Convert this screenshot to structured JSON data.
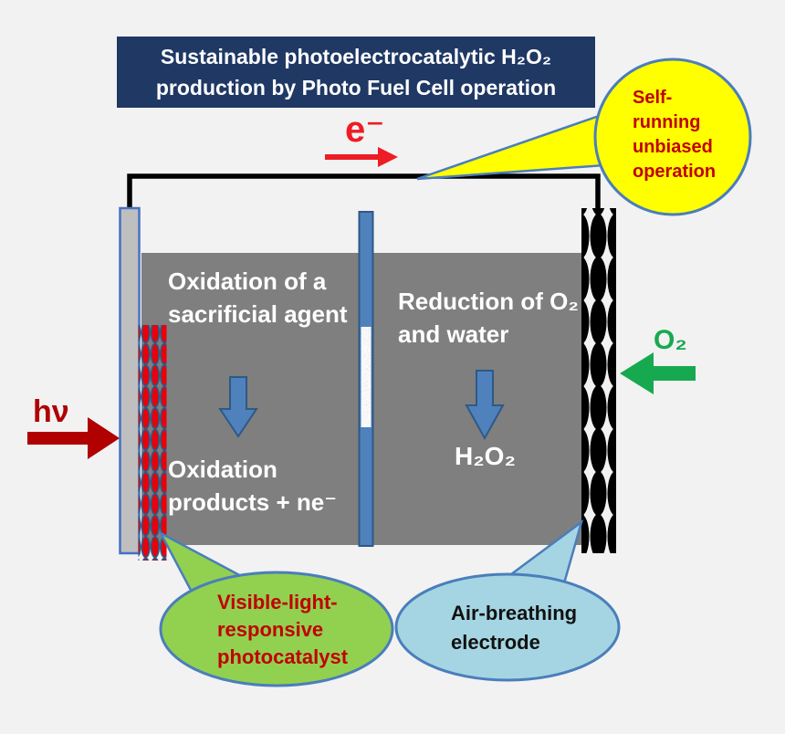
{
  "title": {
    "line1": "Sustainable photoelectrocatalytic H₂O₂",
    "line2": "production by Photo Fuel Cell operation"
  },
  "callouts": {
    "self_running": "Self-running unbiased operation",
    "photocatalyst": "Visible-light-responsive photocatalyst",
    "air_breathing": "Air-breathing electrode"
  },
  "cell": {
    "anode_reaction": "Oxidation of a sacrificial agent",
    "anode_products": "Oxidation products + ne⁻",
    "cathode_reaction": "Reduction of O₂ and water",
    "cathode_product": "H₂O₂"
  },
  "flows": {
    "electron": "e⁻",
    "light": "hν",
    "oxygen": "O₂"
  },
  "colors": {
    "title_bg": "#1f3864",
    "cell_gray": "#7f7f7f",
    "electrode_gray": "#bfbfbf",
    "separator_blue": "#4f81bd",
    "callout_yellow": "#ffff00",
    "callout_green": "#92d050",
    "callout_blue": "#a5d5e2",
    "callout_border": "#4a7ebb",
    "dark_red": "#c00000",
    "bright_red": "#ee1c25",
    "green_arrow": "#17a94f",
    "catalyst_red": "#e8000b"
  }
}
